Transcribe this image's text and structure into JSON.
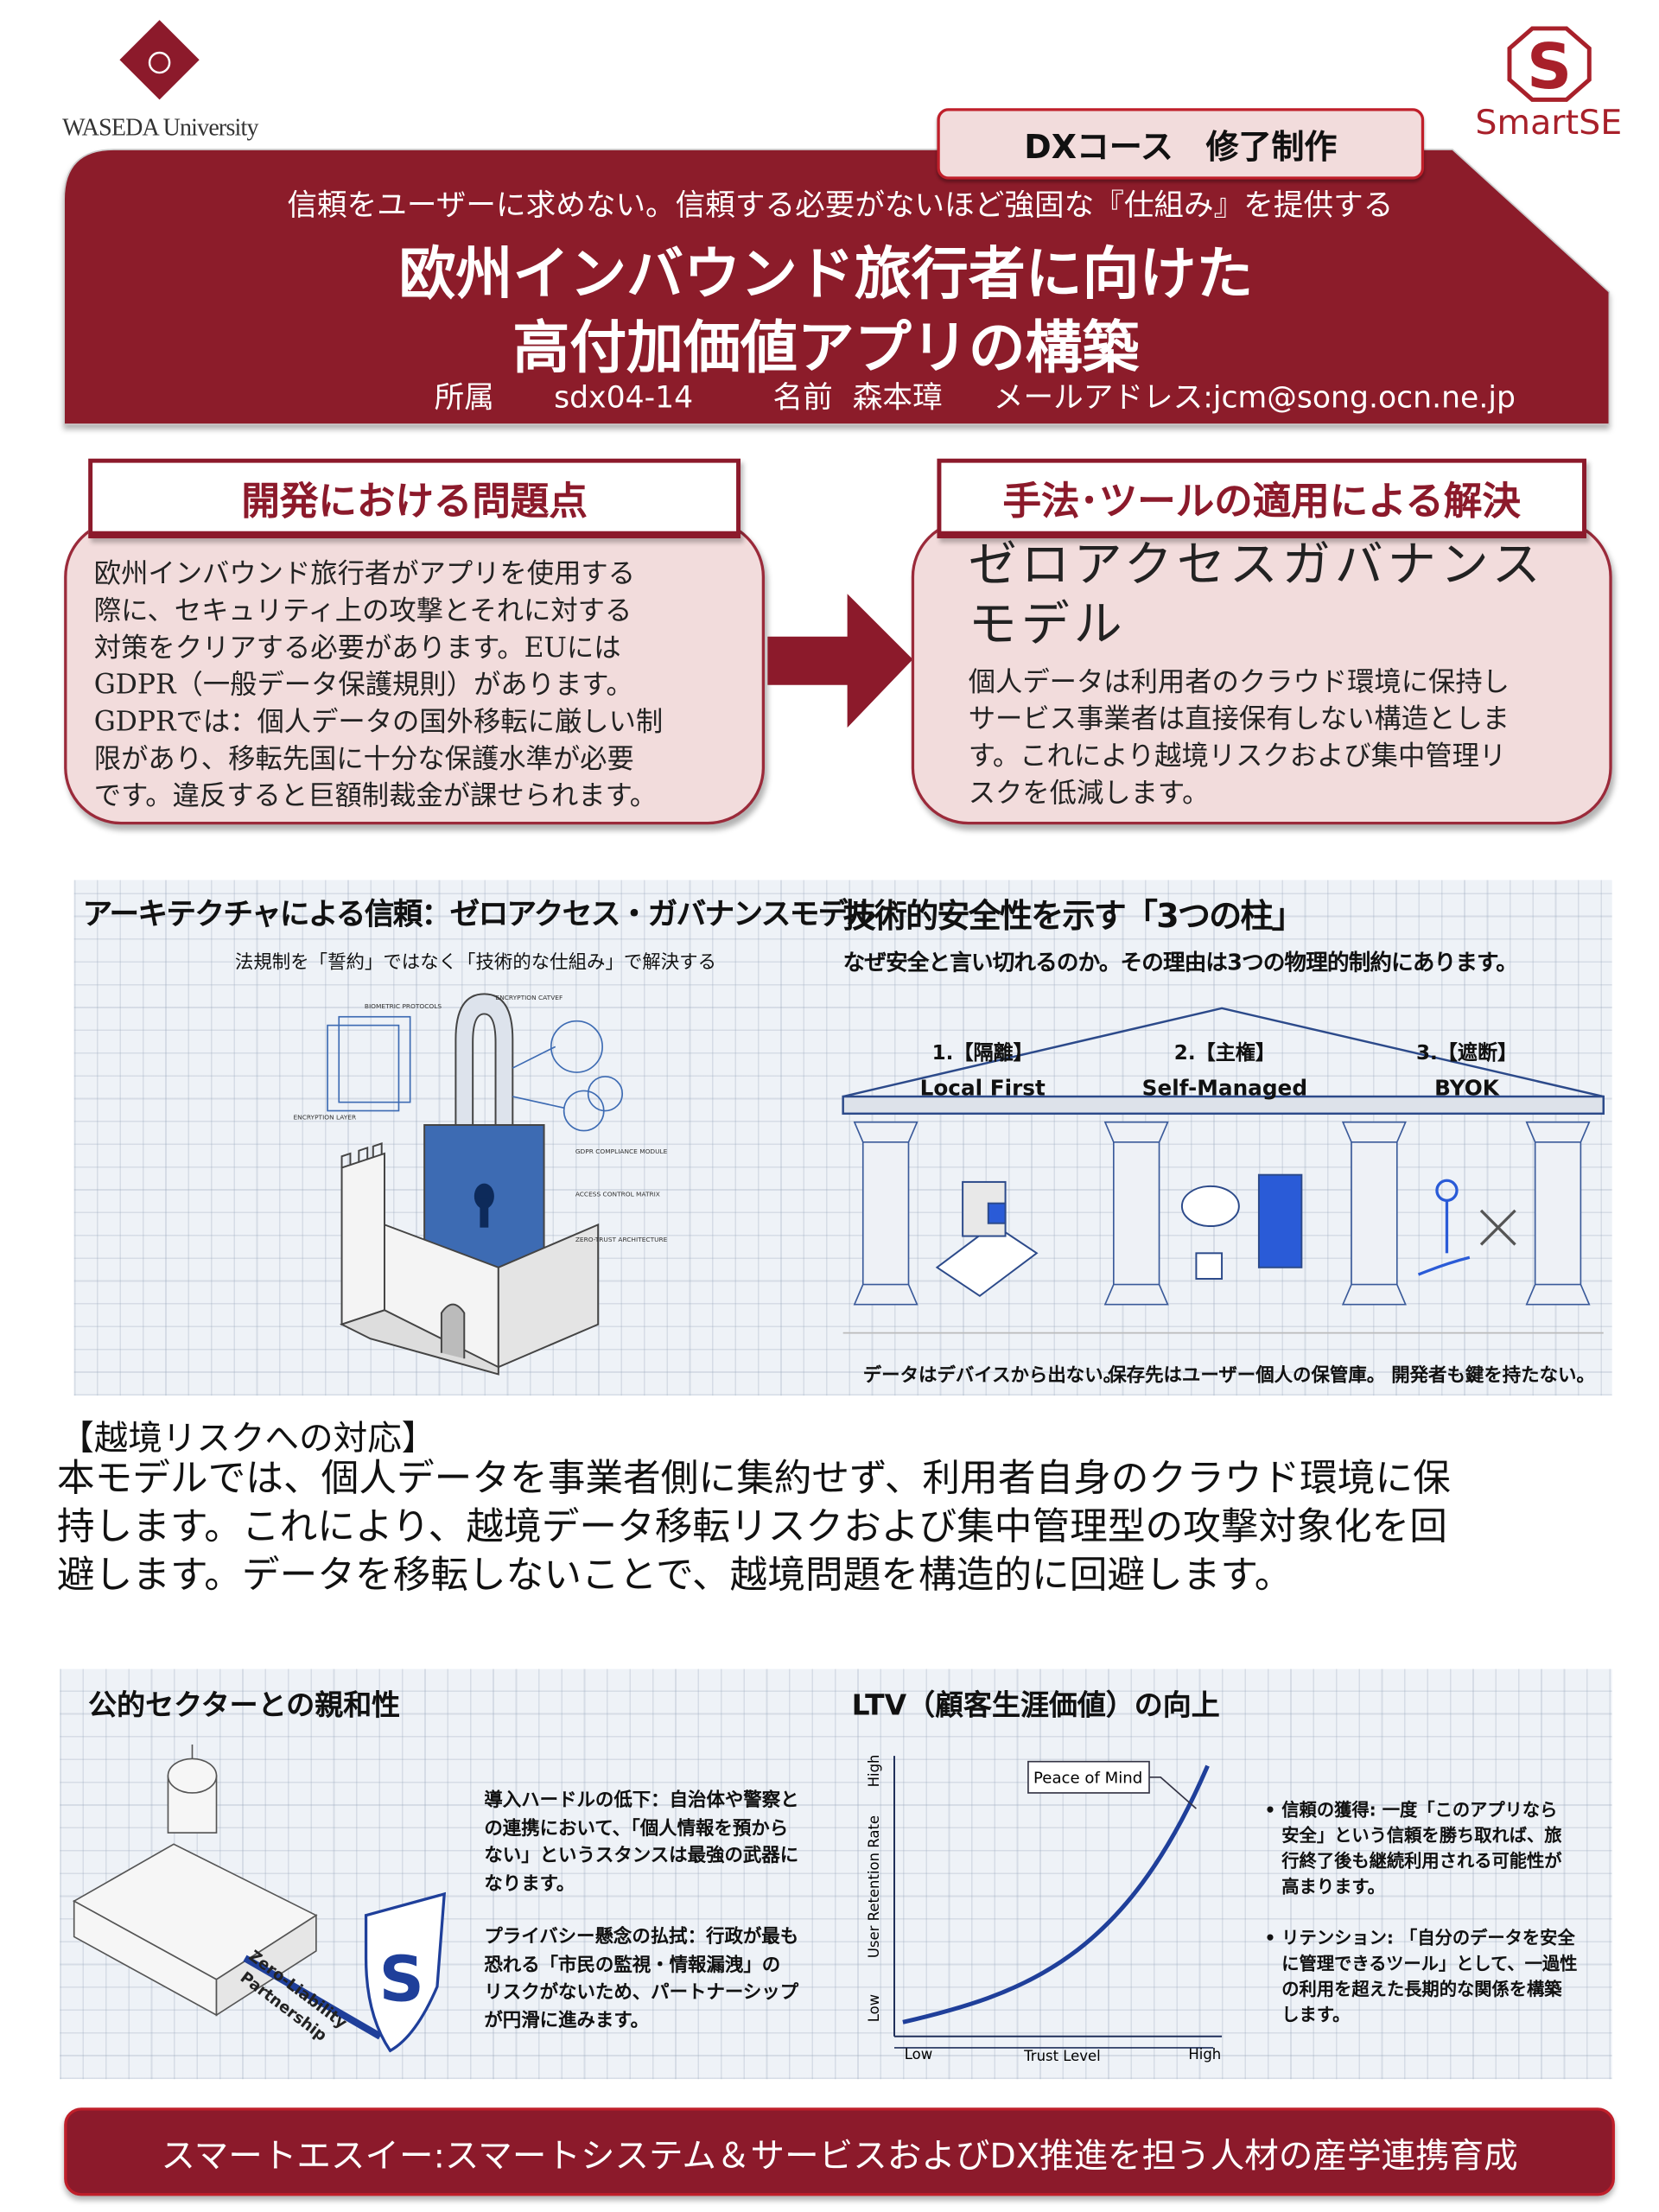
{
  "logos": {
    "waseda": "WASEDA University",
    "smartse": "SmartSE"
  },
  "colors": {
    "maroon": "#8c1a2b",
    "pink": "#f2dcdc",
    "blue": "#1f3f9a"
  },
  "header": {
    "course_tab": "DXコース　修了制作",
    "tagline": "信頼をユーザーに求めない。信頼する必要がないほど強固な『仕組み』を提供する",
    "title_line1": "欧州インバウンド旅行者に向けた",
    "title_line2": "高付加価値アプリの構築",
    "affiliation_label": "所属",
    "affiliation": "sdx04-14",
    "name_label": "名前",
    "name": "森本璋",
    "email_label": "メールアドレス:",
    "email": "jcm@song.ocn.ne.jp"
  },
  "problem": {
    "heading": "開発における問題点",
    "lines": [
      "欧州インバウンド旅行者がアプリを使用する",
      "際に、セキュリティ上の攻撃とそれに対する",
      "対策をクリアする必要があります。EUには",
      "GDPR（一般データ保護規則）があります。",
      "GDPRでは：個人データの国外移転に厳しい制",
      "限があり、移転先国に十分な保護水準が必要",
      "です。違反すると巨額制裁金が課せられます。"
    ]
  },
  "solution": {
    "heading": "手法･ツールの適用による解決",
    "model_line1": "ゼロアクセスガバナンス",
    "model_line2": "モデル",
    "lines": [
      "個人データは利用者のクラウド環境に保持し",
      "サービス事業者は直接保有しない構造としま",
      "す。これにより越境リスクおよび集中管理リ",
      "スクを低減します。"
    ]
  },
  "architecture": {
    "title": "アーキテクチャによる信頼：ゼロアクセス・ガバナンスモデル",
    "subtitle": "法規制を「誓約」ではなく「技術的な仕組み」で解決する",
    "labels": [
      "BIOMETRIC PROTOCOLS",
      "ENCRYPTION CATVEF",
      "ENCRYPTION LAYER",
      "GDPR COMPLIANCE MODULE",
      "ACCESS CONTROL MATRIX",
      "ZERO-TRUST ARCHITECTURE"
    ]
  },
  "pillars": {
    "title": "技術的安全性を示す「3つの柱」",
    "subtitle": "なぜ安全と言い切れるのか。その理由は3つの物理的制約にあります。",
    "items": [
      {
        "num": "1.【隔離】",
        "name": "Local First",
        "caption": "データはデバイスから出ない。"
      },
      {
        "num": "2.【主権】",
        "name": "Self-Managed",
        "caption": "保存先はユーザー個人の保管庫。"
      },
      {
        "num": "3.【遮断】",
        "name": "BYOK",
        "caption": "開発者も鍵を持たない。"
      }
    ]
  },
  "crossborder": {
    "heading": "【越境リスクへの対応】",
    "lines": [
      "本モデルでは、個人データを事業者側に集約せず、利用者自身のクラウド環境に保",
      "持します。これにより、越境データ移転リスクおよび集中管理型の攻撃対象化を回",
      "避します。データを移転しないことで、越境問題を構造的に回避します。"
    ]
  },
  "public_sector": {
    "title": "公的セクターとの親和性",
    "partnership_line1": "Zero-Liability",
    "partnership_line2": "Partnership",
    "para1": [
      "導入ハードルの低下：自治体や警察と",
      "の連携において、「個人情報を預から",
      "ない」というスタンスは最強の武器に",
      "なります。"
    ],
    "para2": [
      "プライバシー懸念の払拭：行政が最も",
      "恐れる「市民の監視・情報漏洩」の",
      "リスクがないため、パートナーシップ",
      "が円滑に進みます。"
    ]
  },
  "ltv": {
    "title": "LTV（顧客生涯価値）の向上",
    "chart": {
      "annotation": "Peace of Mind",
      "xlabel": "Trust Level",
      "x_low": "Low",
      "x_high": "High",
      "ylabel": "User Retention Rate",
      "y_low": "Low",
      "y_high": "High"
    },
    "bullet1": [
      "信頼の獲得: 一度「このアプリなら",
      "安全」という信頼を勝ち取れば、旅",
      "行終了後も継続利用される可能性が",
      "高まります。"
    ],
    "bullet2": [
      "リテンション: 「自分のデータを安全",
      "に管理できるツール」として、一過性",
      "の利用を超えた長期的な関係を構築",
      "します。"
    ]
  },
  "footer": {
    "text": "スマートエスイー:スマートシステム＆サービスおよびDX推進を担う人材の産学連携育成"
  }
}
